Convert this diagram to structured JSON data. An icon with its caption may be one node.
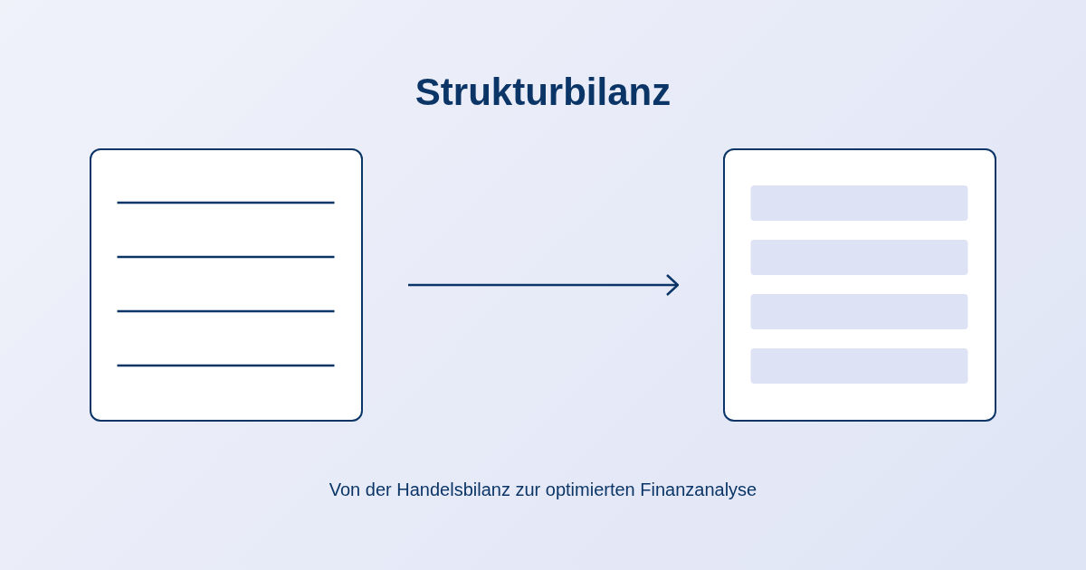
{
  "diagram": {
    "title": "Strukturbilanz",
    "caption": "Von der Handelsbilanz zur optimierten Finanzanalyse",
    "nodes": [
      {
        "text": [],
        "shape": "box"
      },
      {
        "text": [],
        "shape": "box"
      }
    ],
    "edges": [
      {
        "from": 0,
        "to": 1,
        "arrow": "to"
      }
    ]
  }
}
